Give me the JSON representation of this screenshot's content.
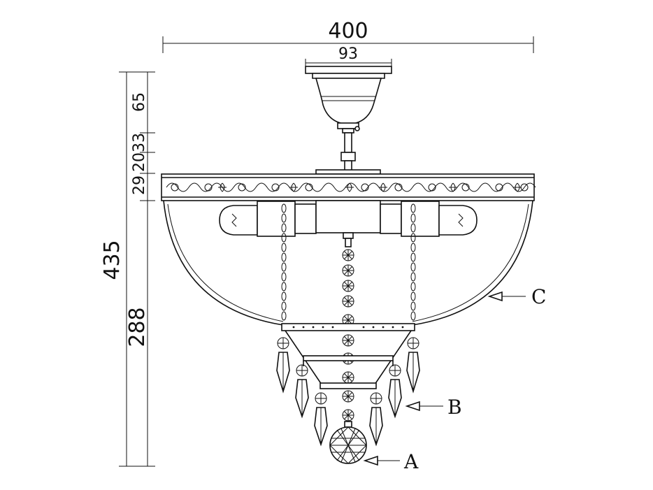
{
  "dimensions": {
    "overall_width": "400",
    "canopy_width": "93",
    "overall_height": "435",
    "canopy_height": "65",
    "rod_height_a": "20",
    "rod_height_b": "33",
    "band_height": "29",
    "bowl_height": "288"
  },
  "callouts": {
    "a": "A",
    "b": "B",
    "c": "C"
  },
  "colors": {
    "line": "#111111",
    "background": "#ffffff"
  }
}
